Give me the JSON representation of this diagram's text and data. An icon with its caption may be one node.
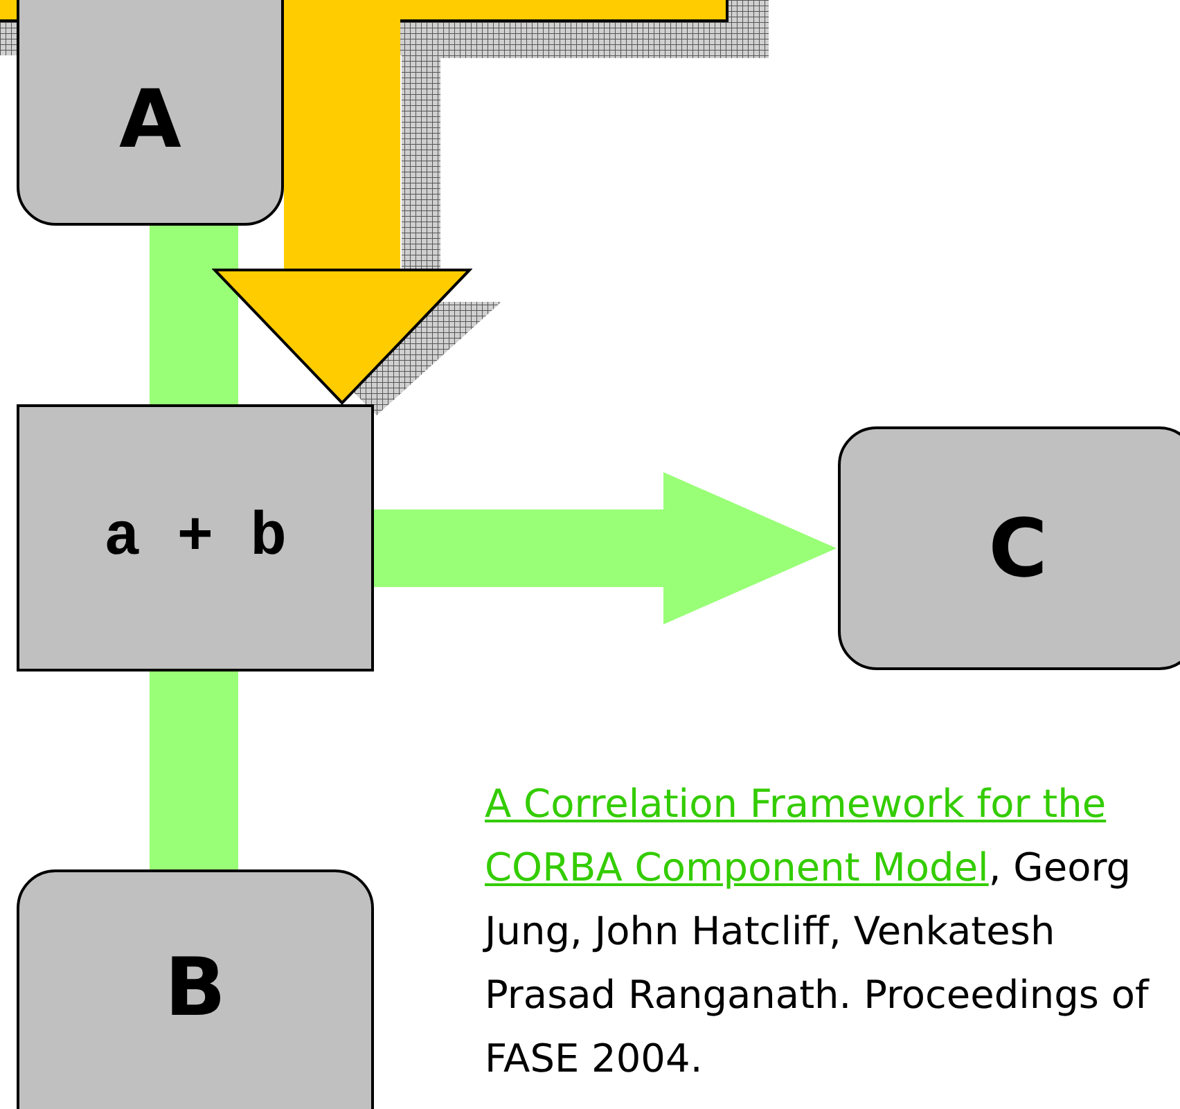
{
  "diagram": {
    "nodes": [
      {
        "text": [
          "A"
        ]
      },
      {
        "text": [
          "a + b"
        ]
      },
      {
        "text": [
          "C"
        ]
      },
      {
        "text": [
          "B"
        ]
      }
    ],
    "edges": [
      {
        "from": 0,
        "to": 1,
        "arrow": "none"
      },
      {
        "from": 1,
        "to": 3,
        "arrow": "none"
      },
      {
        "from": 1,
        "to": 2,
        "arrow": "to"
      },
      {
        "from": null,
        "to": 1,
        "arrow": "to",
        "color": "#ffcc00"
      }
    ],
    "labels": [
      "A Correlation Framework for the CORBA Component Model",
      ", Georg Jung, John Hatcliff, Venkatesh Prasad Ranganath. Proceedings of FASE 2004."
    ]
  }
}
